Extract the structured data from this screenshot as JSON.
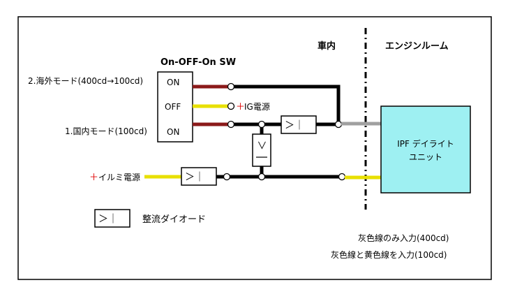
{
  "switch": {
    "title": "On-OFF-On  SW",
    "positions": [
      "ON",
      "OFF",
      "ON"
    ]
  },
  "labels": {
    "mode_overseas": "2.海外モード(400cd→100cd)",
    "mode_domestic": "1.国内モード(100cd)",
    "ig_plus": "＋",
    "ig_power": "IG電源",
    "illumi_plus": "＋",
    "illumi_power": "イルミ電源",
    "zone_cabin": "車内",
    "zone_engine": "エンジンルーム",
    "unit_line1": "IPF  デイライト",
    "unit_line2": "ユニット",
    "diode_symbol": "＞｜",
    "diode_vertical_symbol": "＞",
    "legend_text": "整流ダイオード",
    "note_gray_only": "灰色線のみ入力(400cd)",
    "note_gray_yellow": "灰色線と黄色線を入力(100cd)"
  },
  "colors": {
    "wire_black": "#000000",
    "wire_red": "#8b1a1a",
    "wire_yellow": "#e8e000",
    "wire_gray": "#a0a0a0",
    "unit_fill": "#9ef0f2",
    "plus_red": "#e00000"
  }
}
